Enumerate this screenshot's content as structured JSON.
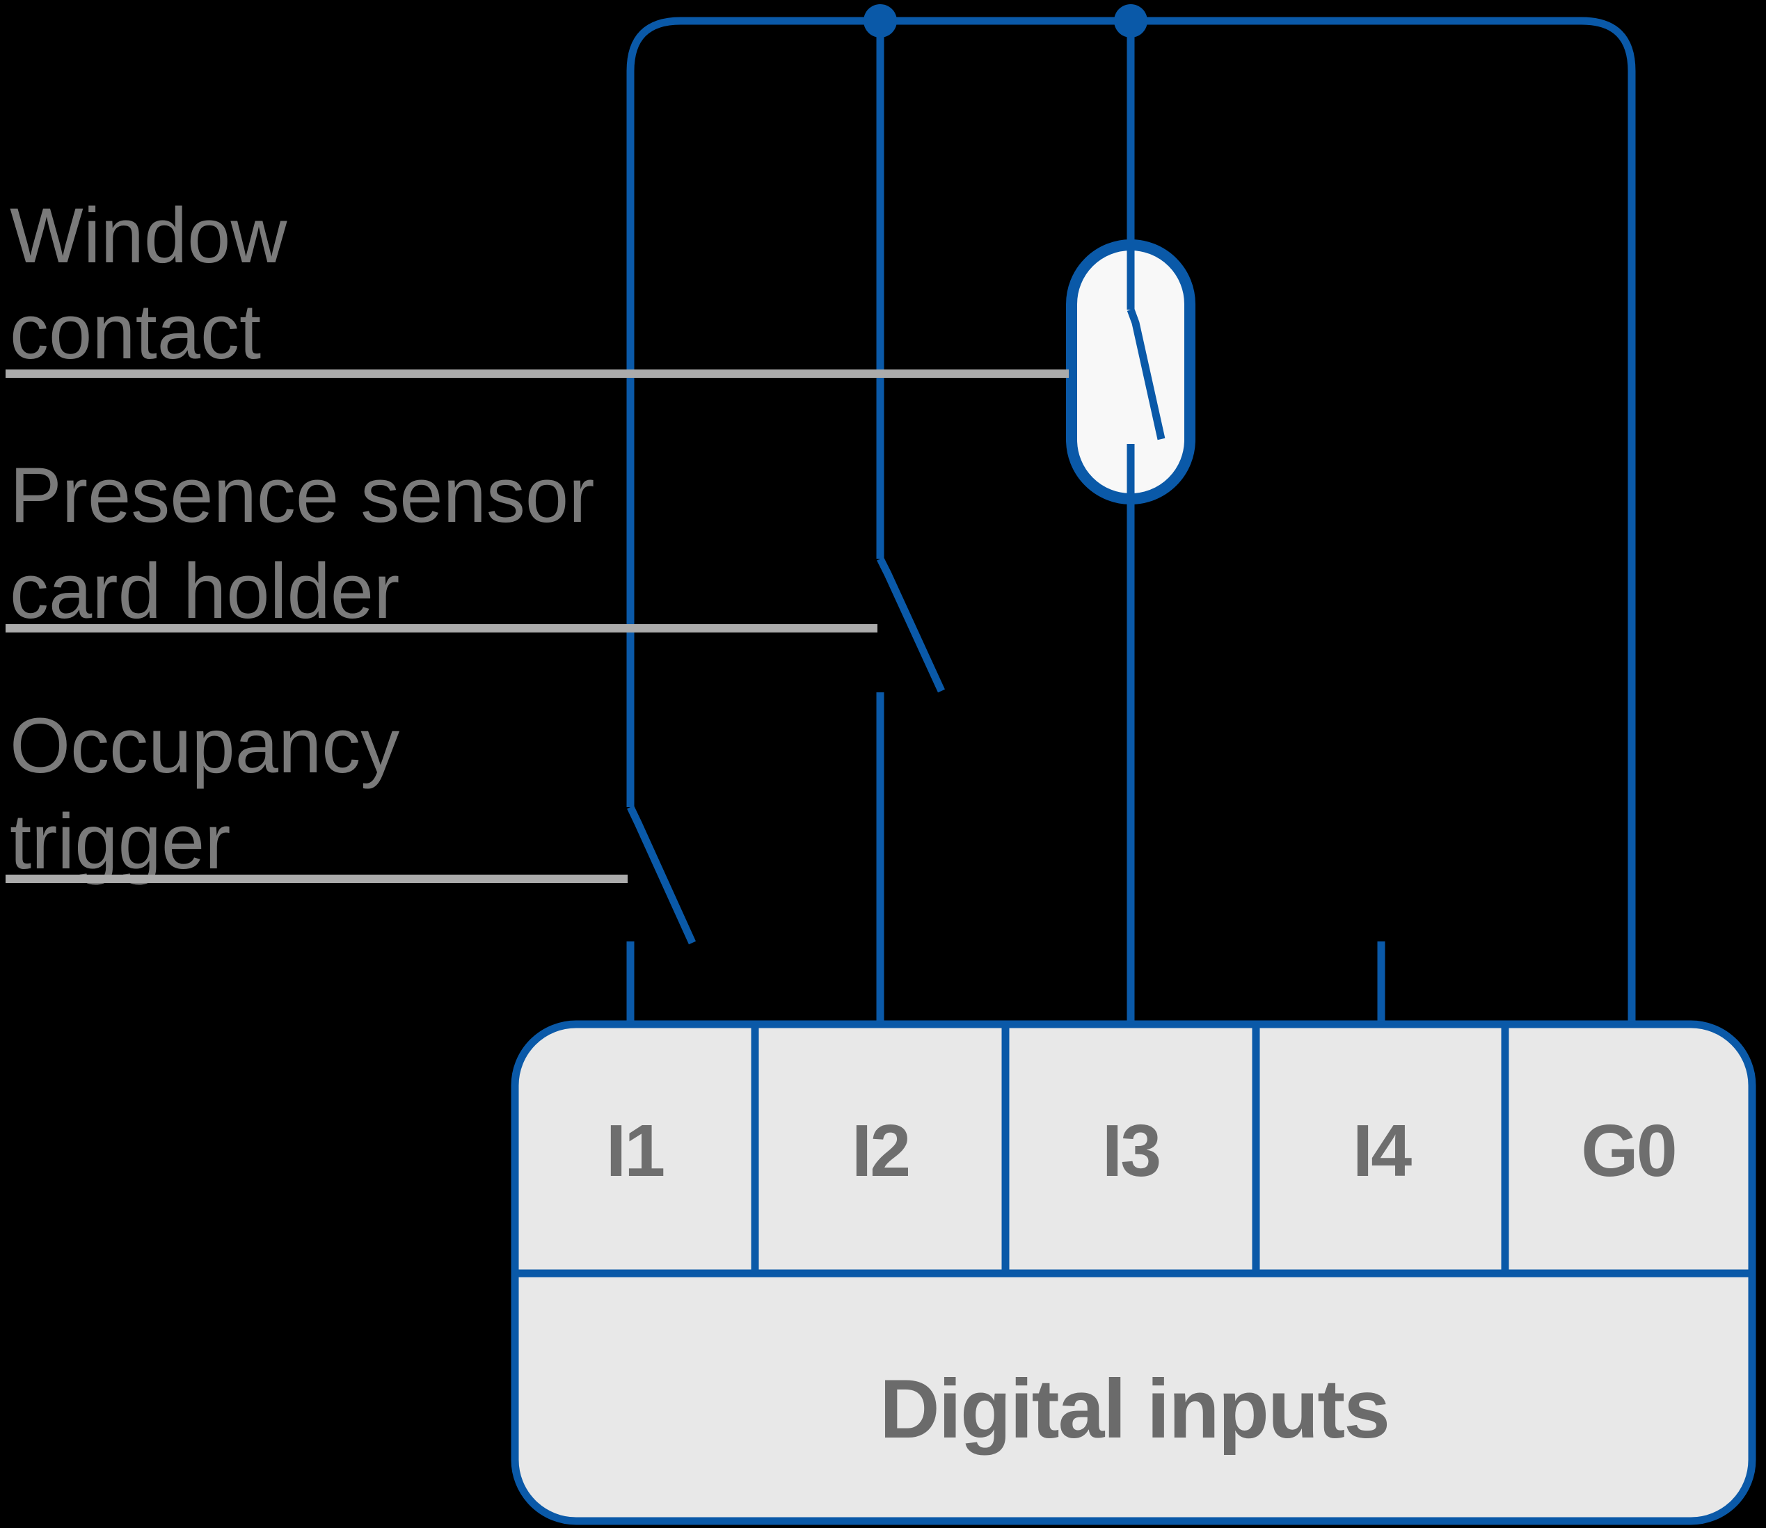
{
  "annotations": [
    {
      "line1": "Window",
      "line2": "contact",
      "connected_terminal": "I3"
    },
    {
      "line1": "Presence sensor",
      "line2": "card holder",
      "connected_terminal": "I2"
    },
    {
      "line1": "Occupancy",
      "line2": "trigger",
      "connected_terminal": "I1"
    }
  ],
  "terminal_block": {
    "title": "Digital inputs",
    "terminals": [
      "I1",
      "I2",
      "I3",
      "I4",
      "G0"
    ]
  },
  "colors": {
    "wire_blue": "#0A59A8",
    "block_fill_gray": "#E8E8E8",
    "capsule_fill": "#F8F8F8",
    "terminal_text_gray": "#6E6E6E",
    "annotation_text_gray": "#7A7A7A",
    "underline_gray": "#ABABAB",
    "background": "#000000"
  }
}
